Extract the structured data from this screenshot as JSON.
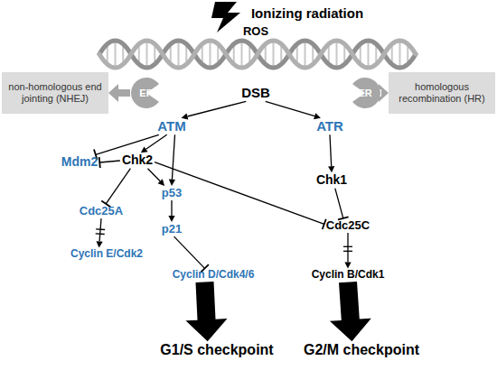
{
  "diagram": {
    "nodes": [
      {
        "text": [
          "non-homologous end jointing (NHEJ)"
        ]
      },
      {
        "text": [
          "ER"
        ]
      },
      {
        "text": [
          "DSB"
        ]
      },
      {
        "text": [
          "ER"
        ]
      },
      {
        "text": [
          "homologous recombination (HR)"
        ]
      },
      {
        "text": [
          "ATM"
        ]
      },
      {
        "text": [
          "ATR"
        ]
      },
      {
        "text": [
          "Mdm2"
        ]
      },
      {
        "text": [
          "Chk2"
        ]
      },
      {
        "text": [
          "Chk1"
        ]
      },
      {
        "text": [
          "Cdc25A"
        ]
      },
      {
        "text": [
          "p53"
        ]
      },
      {
        "text": [
          "Cdc25C"
        ]
      },
      {
        "text": [
          "p21"
        ]
      },
      {
        "text": [
          "Cyclin E/Cdk2"
        ]
      },
      {
        "text": [
          "Cyclin D/Cdk4/6"
        ]
      },
      {
        "text": [
          "Cyclin B/Cdk1"
        ]
      },
      {
        "text": [
          "G1/S checkpoint"
        ]
      },
      {
        "text": [
          "G2/M checkpoint"
        ]
      }
    ],
    "edges": [
      {
        "from": 1,
        "to": 0,
        "arrow": "to"
      },
      {
        "from": 3,
        "to": 4,
        "arrow": "to"
      },
      {
        "from": 2,
        "to": 5,
        "arrow": "to"
      },
      {
        "from": 2,
        "to": 6,
        "arrow": "to"
      },
      {
        "from": 5,
        "to": 7,
        "arrow": "to"
      },
      {
        "from": 8,
        "to": 7,
        "arrow": "to"
      },
      {
        "from": 5,
        "to": 8,
        "arrow": "to"
      },
      {
        "from": 5,
        "to": 11,
        "arrow": "to"
      },
      {
        "from": 8,
        "to": 10,
        "arrow": "to"
      },
      {
        "from": 8,
        "to": 11,
        "arrow": "to"
      },
      {
        "from": 8,
        "to": 12,
        "arrow": "to"
      },
      {
        "from": 10,
        "to": 14,
        "arrow": "to"
      },
      {
        "from": 11,
        "to": 13,
        "arrow": "to"
      },
      {
        "from": 13,
        "to": 15,
        "arrow": "to"
      },
      {
        "from": 6,
        "to": 9,
        "arrow": "to"
      },
      {
        "from": 9,
        "to": 12,
        "arrow": "to"
      },
      {
        "from": 12,
        "to": 16,
        "arrow": "to"
      },
      {
        "from": 15,
        "to": 17,
        "arrow": "to"
      },
      {
        "from": 16,
        "to": 18,
        "arrow": "to"
      }
    ],
    "labels": [
      "Ionizing radiation",
      "ROS"
    ]
  }
}
